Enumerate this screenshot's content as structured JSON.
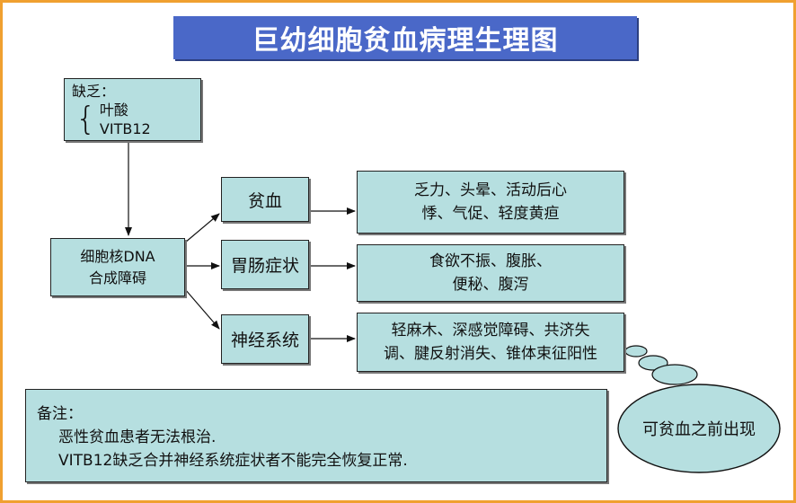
{
  "title": "巨幼细胞贫血病理生理图",
  "cause": {
    "heading": "缺乏：",
    "items": [
      "叶酸",
      "VITB12"
    ]
  },
  "core": {
    "lines": [
      "细胞核DNA",
      "合成障碍"
    ]
  },
  "categories": [
    {
      "label": "贫血",
      "symptoms": [
        "乏力、头晕、活动后心",
        "悸、气促、轻度黄疸"
      ]
    },
    {
      "label": "胃肠症状",
      "symptoms": [
        "食欲不振、腹胀、",
        "便秘、腹泻"
      ]
    },
    {
      "label": "神经系统",
      "symptoms": [
        "轻麻木、深感觉障碍、共济失",
        "调、腱反射消失、锥体束征阳性"
      ]
    }
  ],
  "note": {
    "heading": "备注：",
    "lines": [
      "恶性贫血患者无法根治.",
      "VITB12缺乏合并神经系统症状者不能完全恢复正常."
    ]
  },
  "bubble": "可贫血之前出现",
  "colors": {
    "box_fill": "#b6dfe0",
    "title_fill": "#4a68c8",
    "frame": "#f0a030"
  }
}
